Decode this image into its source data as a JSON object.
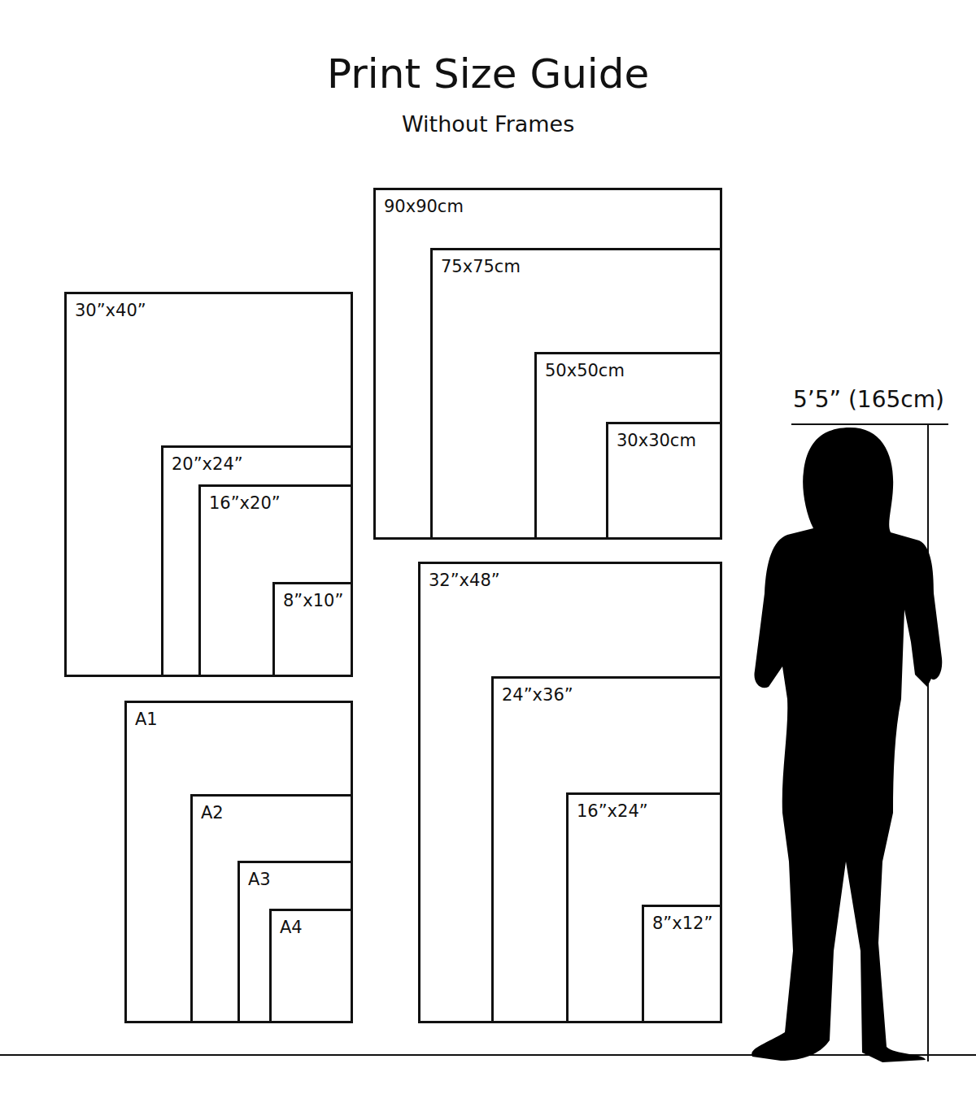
{
  "diagram": {
    "title": "Print Size Guide",
    "nodes": [
      {
        "text": [
          "30”x40”"
        ]
      },
      {
        "text": [
          "20”x24”"
        ],
        "in": 0
      },
      {
        "text": [
          "16”x20”"
        ],
        "in": 1
      },
      {
        "text": [
          "8”x10”"
        ],
        "in": 2
      },
      {
        "text": [
          "90x90cm"
        ]
      },
      {
        "text": [
          "75x75cm"
        ],
        "in": 4
      },
      {
        "text": [
          "50x50cm"
        ],
        "in": 5
      },
      {
        "text": [
          "30x30cm"
        ],
        "in": 6
      },
      {
        "text": [
          "A1"
        ]
      },
      {
        "text": [
          "A2"
        ],
        "in": 8
      },
      {
        "text": [
          "A3"
        ],
        "in": 9
      },
      {
        "text": [
          "A4"
        ],
        "in": 10
      },
      {
        "text": [
          "32”x48”"
        ]
      },
      {
        "text": [
          "24”x36”"
        ],
        "in": 12
      },
      {
        "text": [
          "16”x24”"
        ],
        "in": 13
      },
      {
        "text": [
          "8”x12”"
        ],
        "in": 14
      }
    ],
    "labels": [
      "Without Frames",
      "5’5” (165cm)"
    ]
  }
}
